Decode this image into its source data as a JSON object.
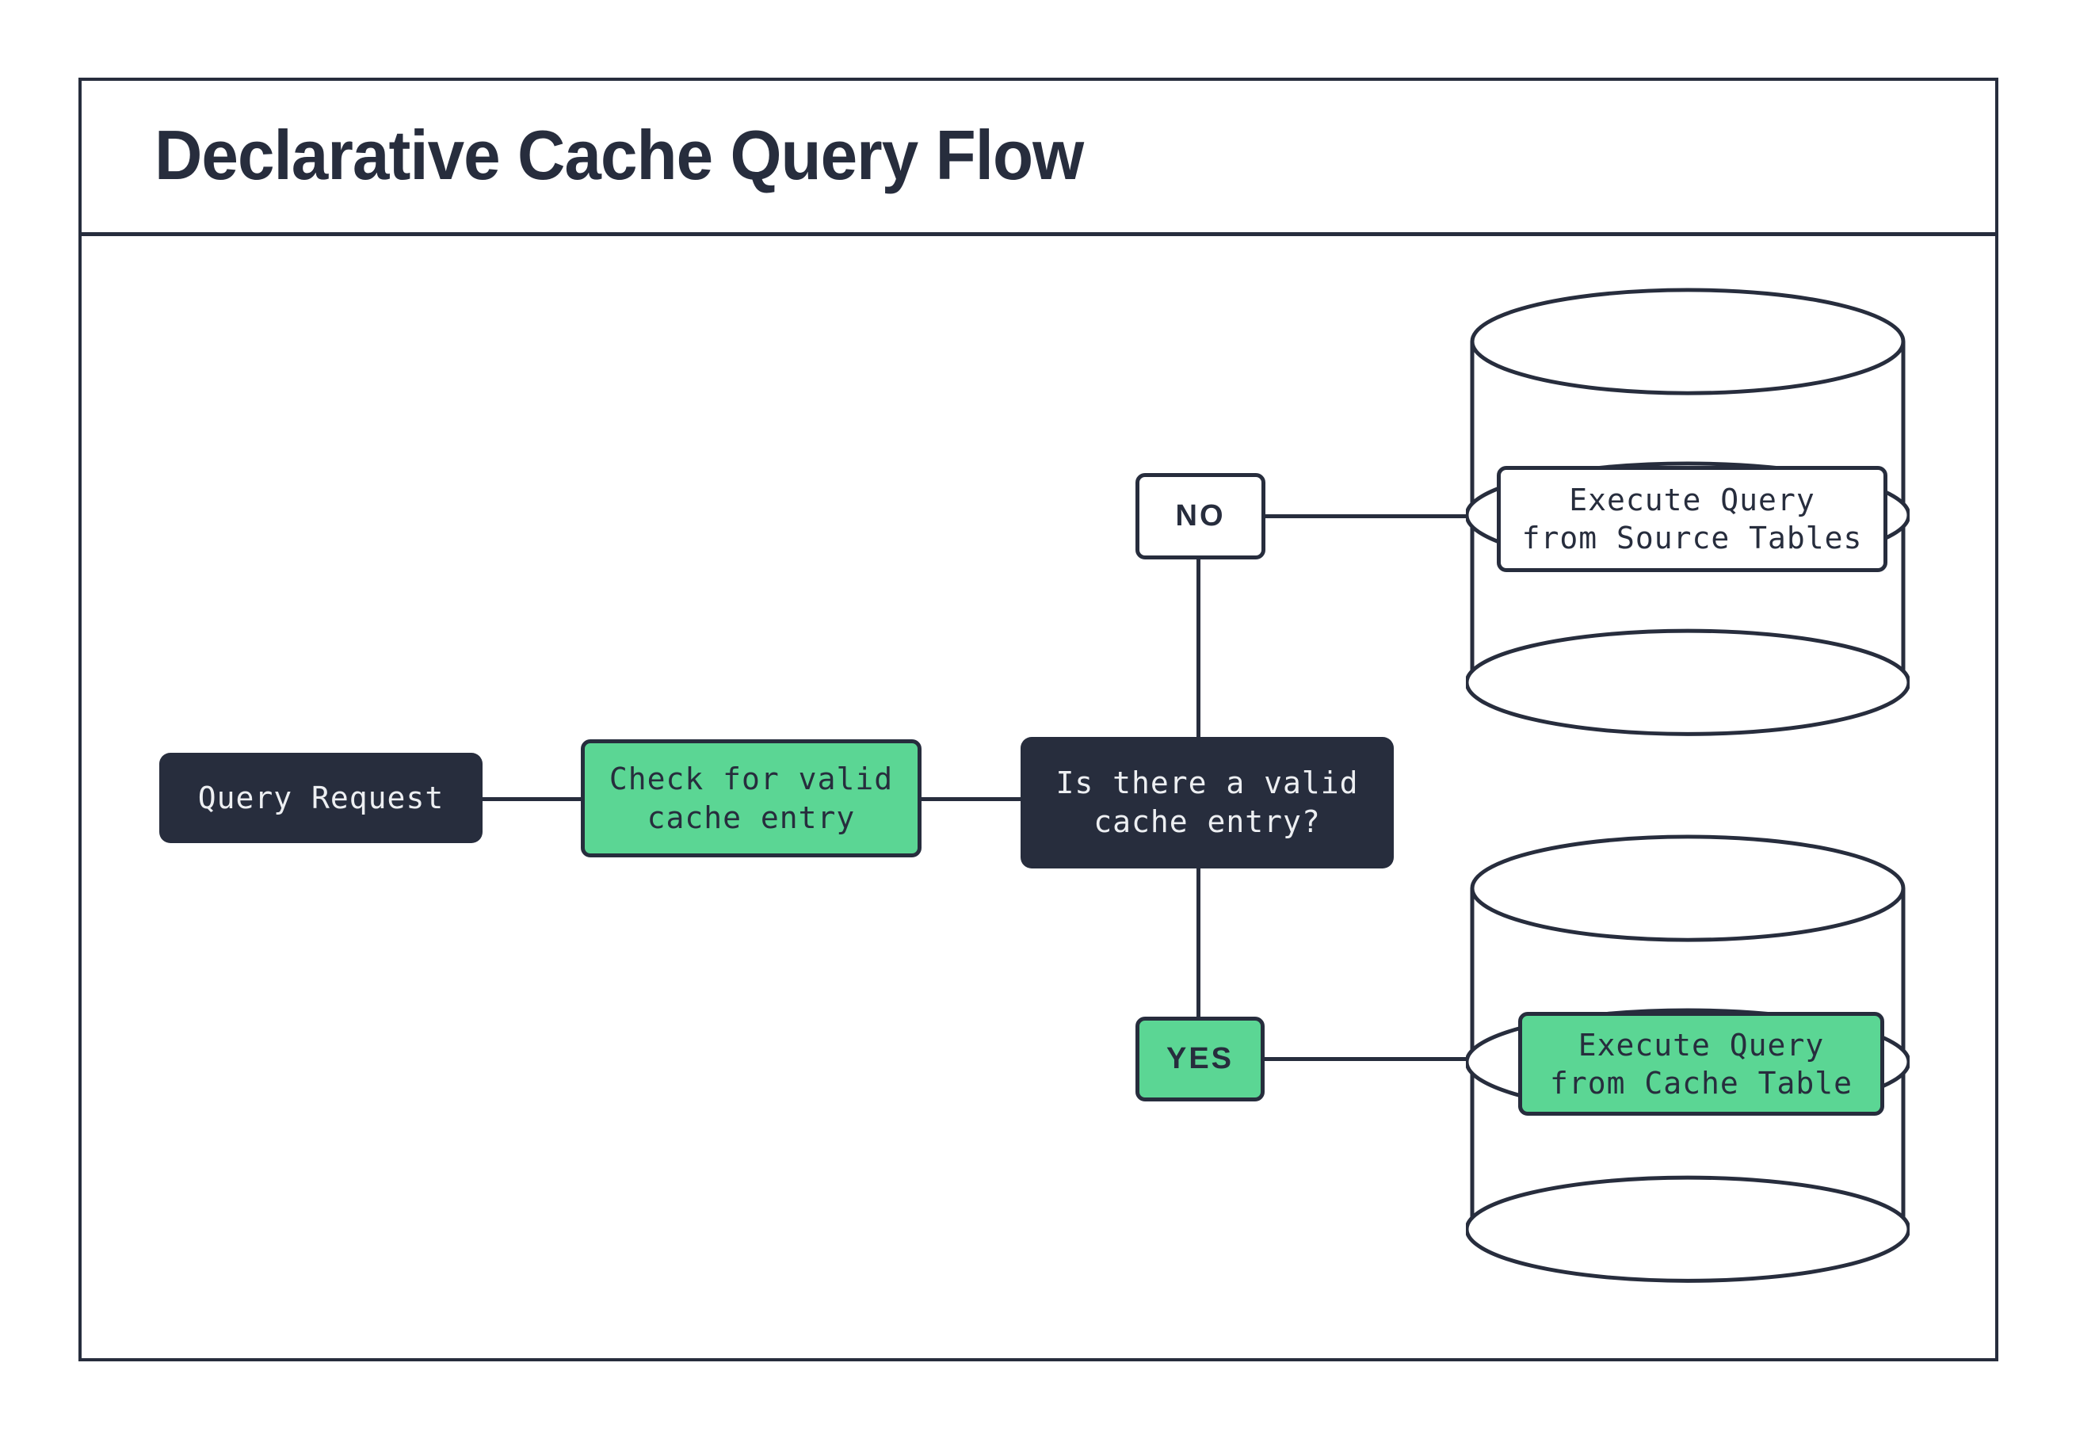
{
  "title": "Declarative Cache Query Flow",
  "colors": {
    "ink": "#272d3d",
    "accent_green": "#5bd694",
    "surface": "#ffffff",
    "text_on_dark": "#edeff2"
  },
  "nodes": {
    "query_request": {
      "label": "Query Request"
    },
    "check_cache": {
      "line1": "Check for valid",
      "line2": "cache entry"
    },
    "decision": {
      "line1": "Is there a valid",
      "line2": "cache entry?"
    },
    "no_branch": {
      "label": "NO"
    },
    "yes_branch": {
      "label": "YES"
    },
    "source_db": {
      "line1": "Execute Query",
      "line2": "from Source Tables"
    },
    "cache_db": {
      "line1": "Execute Query",
      "line2": "from Cache Table"
    }
  }
}
